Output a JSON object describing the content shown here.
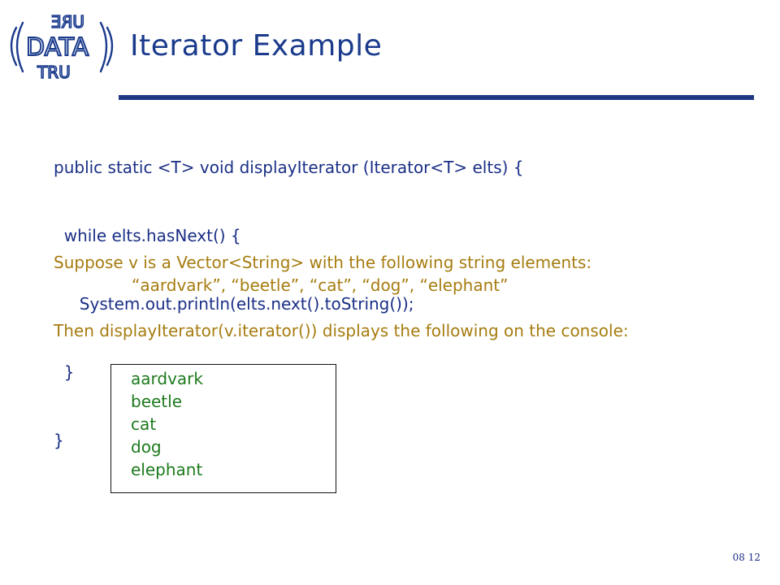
{
  "slide": {
    "title": "Iterator Example",
    "page_number": "08 12"
  },
  "logo": {
    "text_top": "URE",
    "text_middle": "DATA",
    "text_bottom": "TRU",
    "color": "#1a3a8c"
  },
  "code": {
    "lines": [
      "public static <T> void displayIterator (Iterator<T> elts) {",
      "  while elts.hasNext() {",
      "     System.out.println(elts.next().toString());",
      "  }",
      "}"
    ]
  },
  "description": {
    "line1": "Suppose v is a Vector<String> with the following string elements:",
    "line2": "“aardvark”, “beetle”, “cat”, “dog”, “elephant”",
    "line3": "Then displayIterator(v.iterator()) displays the following on the console:"
  },
  "console_output": [
    "aardvark",
    "beetle",
    "cat",
    "dog",
    "elephant"
  ],
  "colors": {
    "title": "#1a3a8c",
    "code": "#1a2f86",
    "description": "#a67c0f",
    "console_text": "#1d7a1d",
    "rule": "#1f3a82"
  }
}
